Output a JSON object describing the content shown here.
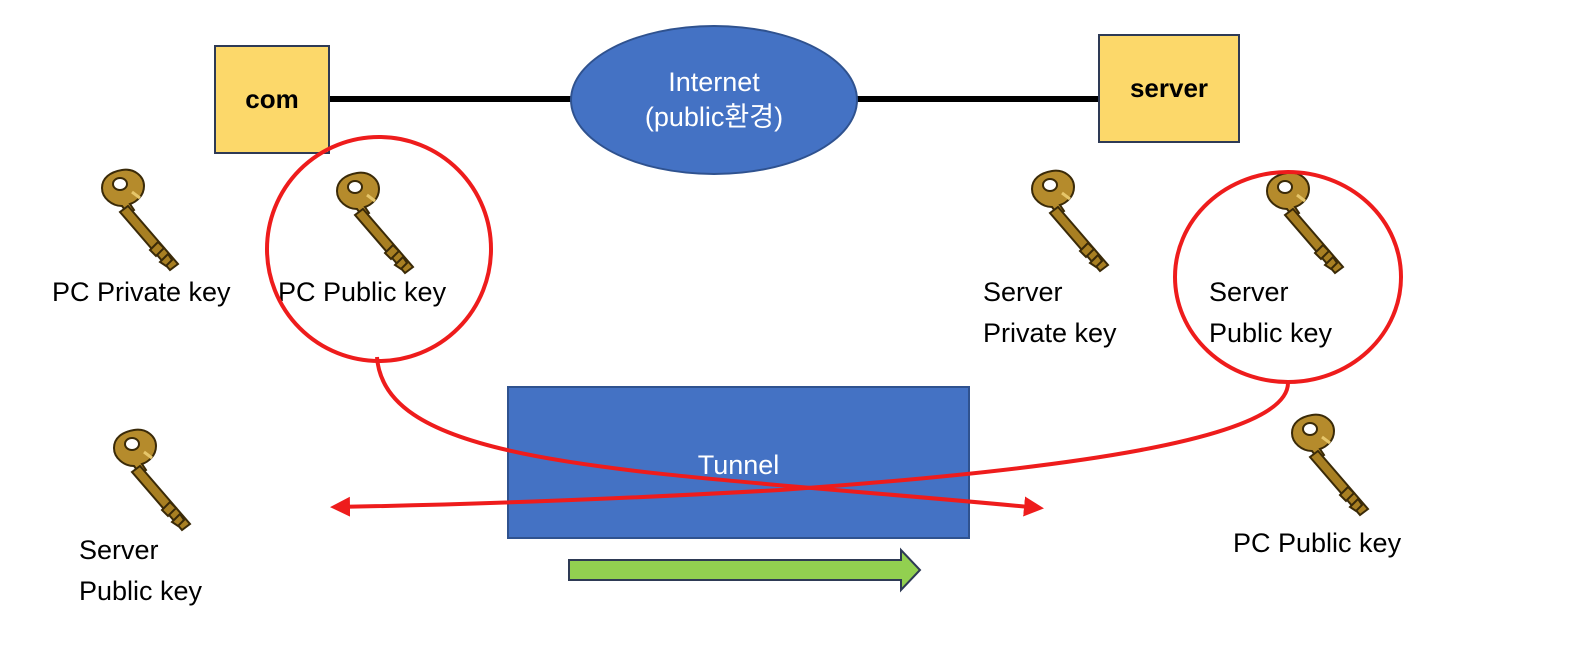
{
  "nodes": {
    "com": "com",
    "server": "server",
    "internet_line1": "Internet",
    "internet_line2": "(public환경)",
    "tunnel": "Tunnel"
  },
  "keys": {
    "pc_private": "PC Private key",
    "pc_public": "PC Public key",
    "server_private": [
      "Server",
      "Private key"
    ],
    "server_public": [
      "Server",
      "Public key"
    ],
    "received_server_public": [
      "Server",
      "Public key"
    ],
    "received_pc_public": "PC Public key"
  },
  "colors": {
    "node_fill": "#fcd86a",
    "cloud_fill": "#4472c4",
    "tunnel_fill": "#4472c4",
    "highlight": "#ee1c1c",
    "arrow_green": "#92d050",
    "key_gold": "#b58b2c"
  },
  "icons": [
    "key-icon"
  ]
}
